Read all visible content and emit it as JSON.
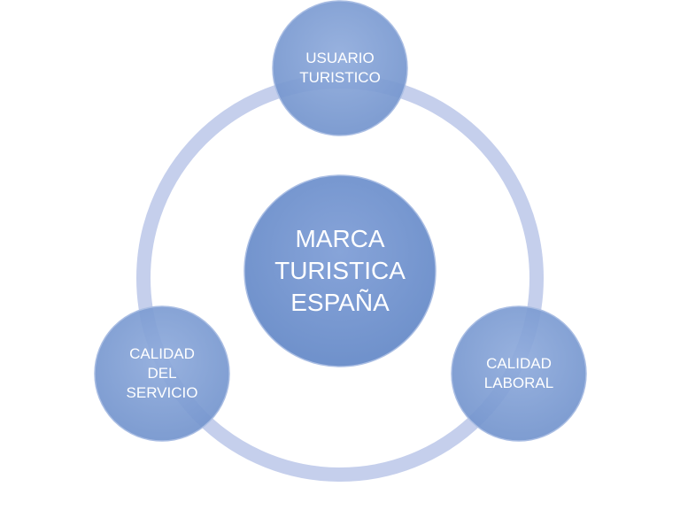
{
  "diagram": {
    "center": {
      "lines": [
        "MARCA",
        "TURISTICA",
        "ESPAÑA"
      ]
    },
    "nodes": [
      {
        "id": "usuario-turistico",
        "lines": [
          "USUARIO",
          "TURISTICO"
        ]
      },
      {
        "id": "calidad-del-servicio",
        "lines": [
          "CALIDAD",
          "DEL",
          "SERVICIO"
        ]
      },
      {
        "id": "calidad-laboral",
        "lines": [
          "CALIDAD",
          "LABORAL"
        ]
      }
    ],
    "colors": {
      "ring": "#c5cfec",
      "node_fill": "#7f9ed4",
      "node_fill_dark": "#6d8fcb",
      "center_fill": "#7b9bd3",
      "label_text": "#ffffff"
    }
  }
}
